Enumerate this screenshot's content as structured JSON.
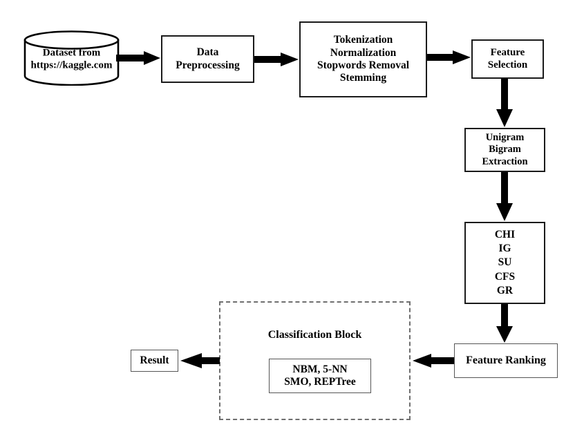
{
  "diagram": {
    "title": "Text classification methodology flowchart",
    "nodes": {
      "dataset": {
        "name": "dataset-source",
        "lines": [
          "Dataset from",
          "https://kaggle.com"
        ],
        "shape": "cylinder"
      },
      "preprocessing": {
        "name": "data-preprocessing",
        "lines": [
          "Data",
          "Preprocessing"
        ],
        "shape": "rectangle"
      },
      "textops": {
        "name": "text-operations",
        "lines": [
          "Tokenization",
          "Normalization",
          "Stopwords Removal",
          "Stemming"
        ],
        "shape": "rectangle"
      },
      "feature_selection": {
        "name": "feature-selection",
        "lines": [
          "Feature",
          "Selection"
        ],
        "shape": "rectangle"
      },
      "ngram": {
        "name": "ngram-extraction",
        "lines": [
          "Unigram",
          "Bigram",
          "Extraction"
        ],
        "shape": "rectangle"
      },
      "metrics": {
        "name": "feature-selection-metrics",
        "lines": [
          "CHI",
          "IG",
          "SU",
          "CFS",
          "GR"
        ],
        "shape": "rectangle"
      },
      "feature_ranking": {
        "name": "feature-ranking",
        "lines": [
          "Feature Ranking"
        ],
        "shape": "rectangle"
      },
      "classifiers": {
        "name": "classifier-list",
        "lines": [
          "NBM, 5-NN",
          "SMO, REPTree"
        ],
        "shape": "rectangle"
      },
      "result": {
        "name": "result",
        "lines": [
          "Result"
        ],
        "shape": "rectangle"
      }
    },
    "classification_block": {
      "label": "Classification Block",
      "border_style": "dashed"
    },
    "edges": [
      {
        "name": "dataset-to-preprocessing",
        "from": "dataset",
        "to": "preprocessing",
        "direction": "right"
      },
      {
        "name": "preprocessing-to-textops",
        "from": "preprocessing",
        "to": "textops",
        "direction": "right"
      },
      {
        "name": "textops-to-feature-selection",
        "from": "textops",
        "to": "feature_selection",
        "direction": "right"
      },
      {
        "name": "feature-selection-to-ngram",
        "from": "feature_selection",
        "to": "ngram",
        "direction": "down"
      },
      {
        "name": "ngram-to-metrics",
        "from": "ngram",
        "to": "metrics",
        "direction": "down"
      },
      {
        "name": "metrics-to-feature-ranking",
        "from": "metrics",
        "to": "feature_ranking",
        "direction": "down"
      },
      {
        "name": "feature-ranking-to-classification",
        "from": "feature_ranking",
        "to": "classification_block",
        "direction": "left"
      },
      {
        "name": "classification-to-result",
        "from": "classification_block",
        "to": "result",
        "direction": "left"
      }
    ],
    "colors": {
      "stroke": "#000000",
      "background": "#ffffff",
      "dashed_border": "#6e6e6e",
      "thin_border": "#555555"
    }
  }
}
